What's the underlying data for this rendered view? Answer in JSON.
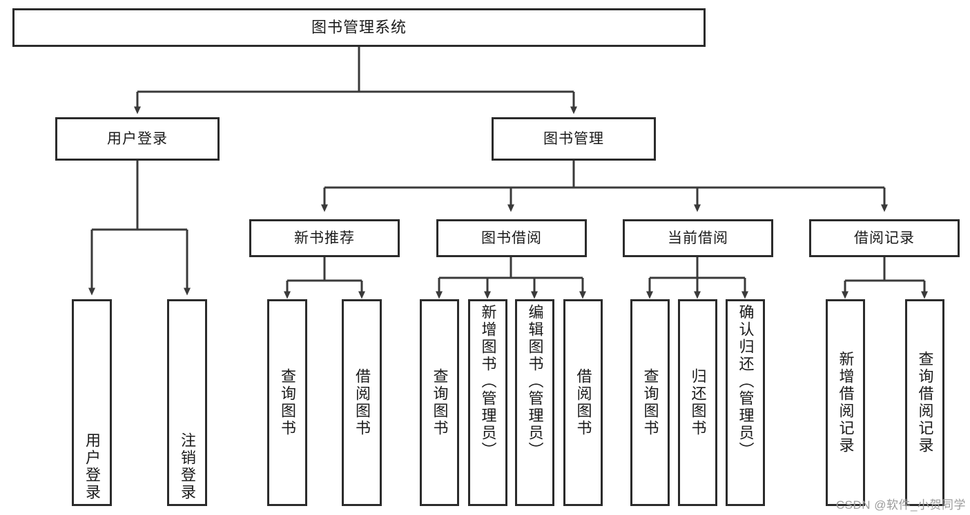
{
  "diagram": {
    "title": "图书管理系统",
    "root": {
      "label": "图书管理系统"
    },
    "level1": [
      {
        "label": "用户登录"
      },
      {
        "label": "图书管理"
      }
    ],
    "level2": [
      {
        "label": "新书推荐"
      },
      {
        "label": "图书借阅"
      },
      {
        "label": "当前借阅"
      },
      {
        "label": "借阅记录"
      }
    ],
    "leaves": [
      {
        "label": "用户登录"
      },
      {
        "label": "注销登录"
      },
      {
        "label": "查询图书"
      },
      {
        "label": "借阅图书"
      },
      {
        "label": "查询图书"
      },
      {
        "label": "新增图书（管理员）"
      },
      {
        "label": "编辑图书（管理员）"
      },
      {
        "label": "借阅图书"
      },
      {
        "label": "查询图书"
      },
      {
        "label": "归还图书"
      },
      {
        "label": "确认归还（管理员）"
      },
      {
        "label": "新增借阅记录"
      },
      {
        "label": "查询借阅记录"
      }
    ],
    "colors": {
      "box_border": "#2b2b2b",
      "box_fill": "#ffffff",
      "connector": "#3a3a3a",
      "text": "#1b1b1b",
      "watermark": "#9b9b9b"
    }
  },
  "watermark": {
    "text": "CSDN @软件_小贺同学"
  }
}
